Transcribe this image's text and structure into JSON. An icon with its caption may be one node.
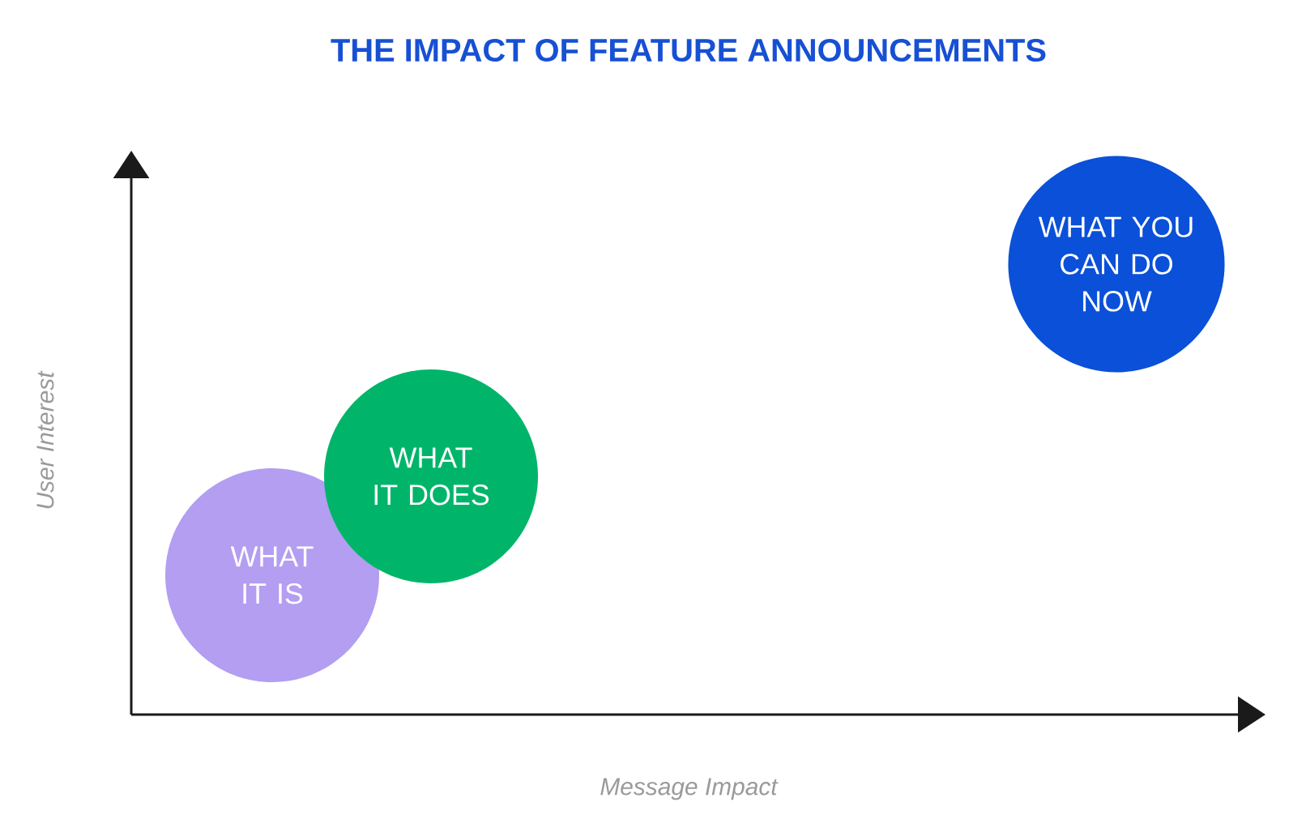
{
  "diagram": {
    "title": "THE IMPACT OF FEATURE ANNOUNCEMENTS",
    "nodes": [
      {
        "text": [
          "WHAT IT IS"
        ]
      },
      {
        "text": [
          "WHAT IT DOES"
        ]
      },
      {
        "text": [
          "WHAT YOU CAN DO NOW"
        ]
      }
    ],
    "labels": [
      "User Interest",
      "Message Impact"
    ]
  }
}
